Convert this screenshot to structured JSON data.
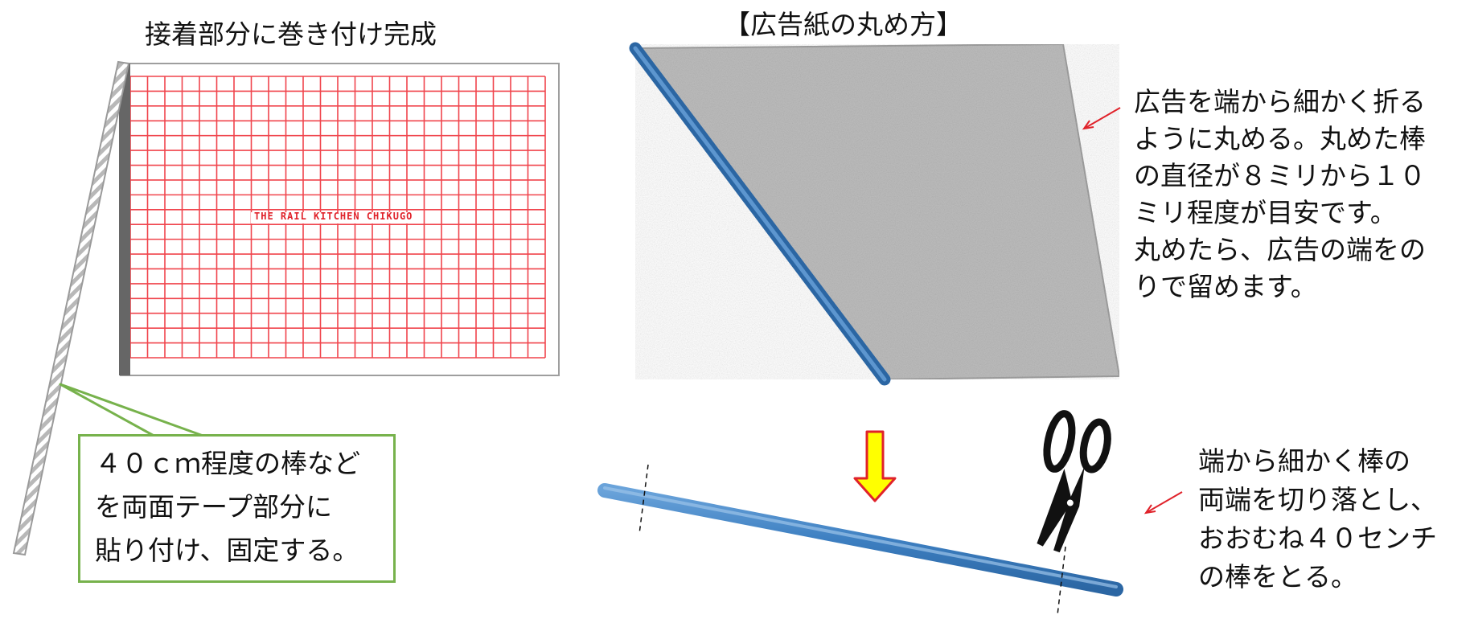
{
  "left_panel": {
    "title": "接着部分に巻き付け完成",
    "banner_text": "THE RAIL KITCHEN CHIKUGO",
    "callout_text": "４０ｃｍ程度の棒など\nを両面テープ部分に\n貼り付け、固定する。"
  },
  "right_panel": {
    "title": "【広告紙の丸め方】",
    "roll_note": "広告を端から細かく折る\nように丸める。丸めた棒\nの直径が８ミリから１０\nミリ程度が目安です。\n丸めたら、広告の端をの\nりで留めます。",
    "cut_note": "端から細かく棒の\n両端を切り落とし、\nおおむね４０センチ\nの棒をとる。"
  },
  "colors": {
    "grid_red": "#f0444c",
    "rod_blue": "#3d7fc1",
    "paper_gray": "#bdbdbd",
    "callout_green": "#77b24c",
    "arrow_yellow": "#ffff00",
    "arrow_red": "#e0222a"
  },
  "icons": {
    "scissors": "scissors-icon",
    "down_arrow": "down-arrow-icon"
  }
}
